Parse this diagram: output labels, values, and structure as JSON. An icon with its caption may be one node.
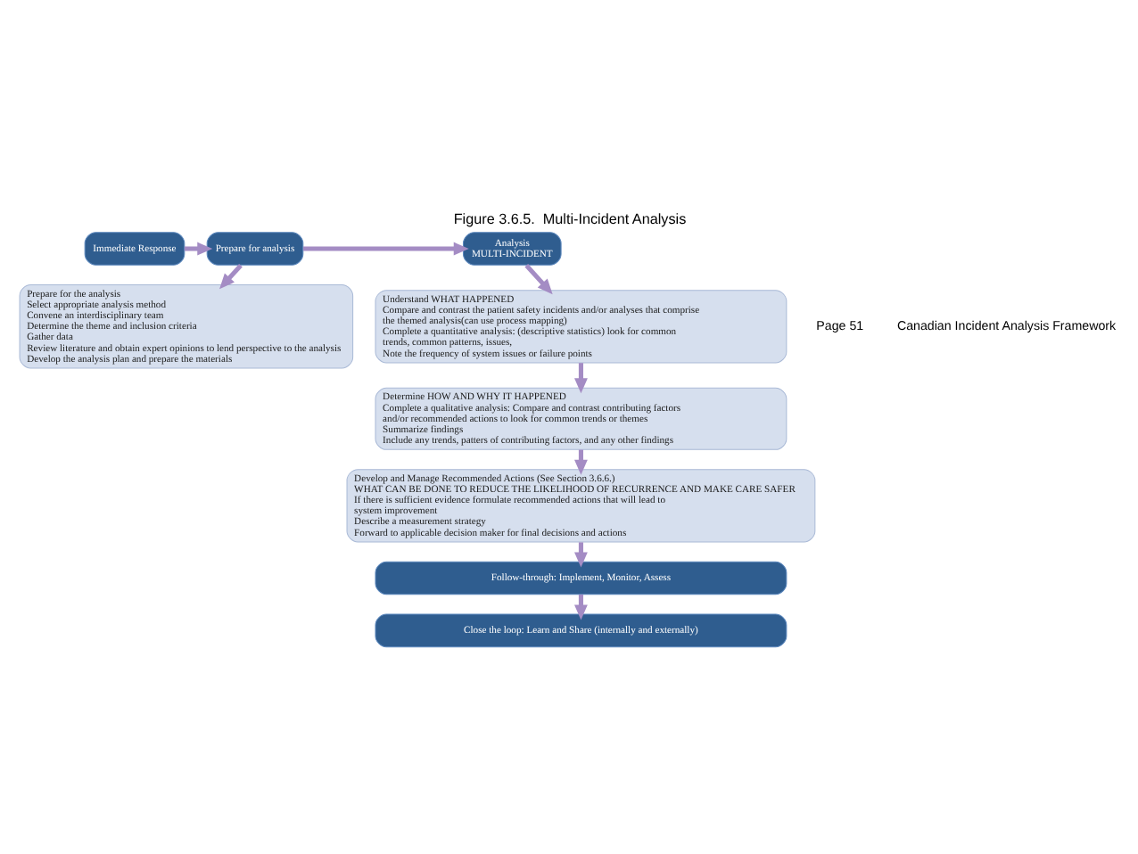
{
  "diagram": {
    "title": "Figure 3.6.5.  Multi-Incident Analysis",
    "nodes": [
      {
        "text": [
          "Immediate Response"
        ]
      },
      {
        "text": [
          "Prepare for analysis"
        ]
      },
      {
        "text": [
          "Analysis",
          "MULTI-INCIDENT"
        ]
      },
      {
        "text": [
          "Prepare for the analysis",
          "Select appropriate analysis method",
          "Convene an interdisciplinary team",
          "Determine the theme and inclusion criteria",
          "Gather data",
          "Review literature and obtain expert opinions to lend perspective to the analysis",
          "Develop the analysis plan and prepare the materials"
        ]
      },
      {
        "text": [
          "Understand WHAT HAPPENED",
          "Compare and contrast the patient safety incidents and/or analyses that comprise the themed analysis(can use process mapping)",
          "Complete a quantitative analysis: (descriptive statistics) look for common trends, common patterns, issues,",
          "Note the frequency of system issues or failure points"
        ]
      },
      {
        "text": [
          "Determine HOW AND WHY IT HAPPENED",
          "Complete a qualitative analysis: Compare and contrast contributing factors and/or recommended actions to look for common trends or themes",
          "Summarize findings",
          "Include any trends, patters of contributing factors, and any other findings"
        ]
      },
      {
        "text": [
          "Develop and Manage Recommended Actions (See Section 3.6.6.)",
          "WHAT CAN BE DONE TO REDUCE THE LIKELIHOOD OF RECURRENCE AND MAKE CARE SAFER",
          "If there is sufficient evidence formulate recommended actions that will lead to system improvement",
          "Describe a measurement strategy",
          "Forward to applicable decision maker for final decisions and actions"
        ]
      },
      {
        "text": [
          "Follow-through: Implement, Monitor, Assess"
        ]
      },
      {
        "text": [
          "Close the loop: Learn and Share (internally and externally)"
        ]
      }
    ],
    "edges": [
      {
        "from": 0,
        "to": 1,
        "arrow": "to"
      },
      {
        "from": 1,
        "to": 2,
        "arrow": "to"
      },
      {
        "from": 1,
        "to": 3,
        "arrow": "to"
      },
      {
        "from": 2,
        "to": 4,
        "arrow": "to"
      },
      {
        "from": 4,
        "to": 5,
        "arrow": "to"
      },
      {
        "from": 5,
        "to": 6,
        "arrow": "to"
      },
      {
        "from": 6,
        "to": 7,
        "arrow": "to"
      },
      {
        "from": 7,
        "to": 8,
        "arrow": "to"
      }
    ],
    "labels": [
      "Page 51",
      "Canadian Incident Analysis Framework"
    ]
  }
}
